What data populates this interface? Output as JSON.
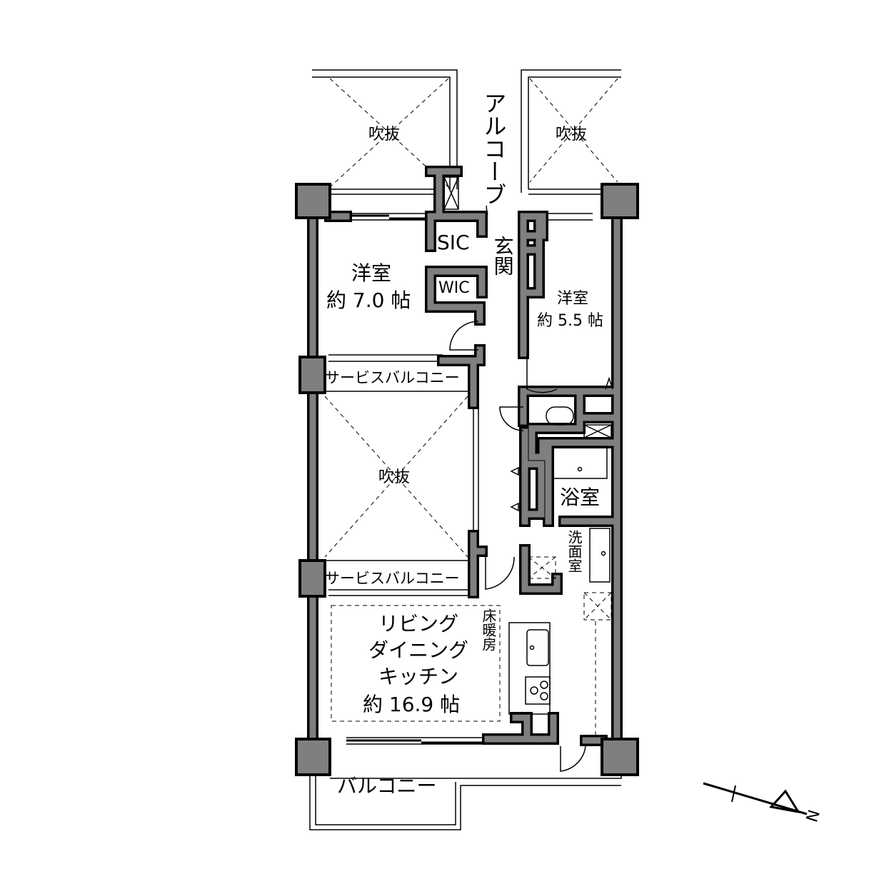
{
  "void_label": "吹抜",
  "alcove_label": "アルコーブ",
  "entrance_label": "玄関",
  "sic_label": "SIC",
  "wic_label": "WIC",
  "bedroom1": {
    "name": "洋室",
    "size": "約 7.0 帖"
  },
  "bedroom2": {
    "name": "洋室",
    "size": "約 5.5 帖"
  },
  "service_balcony_label": "サービスバルコニー",
  "bath_label": "浴室",
  "washroom_label": "洗面室",
  "ldk": {
    "line1": "リビング",
    "line2": "ダイニング",
    "line3": "キッチン",
    "size": "約 16.9 帖"
  },
  "floor_heating_label": "床暖房",
  "balcony_label": "バルコニー",
  "compass_label": "N",
  "colors": {
    "wall": "#7f7f7f",
    "outline": "#000000"
  }
}
